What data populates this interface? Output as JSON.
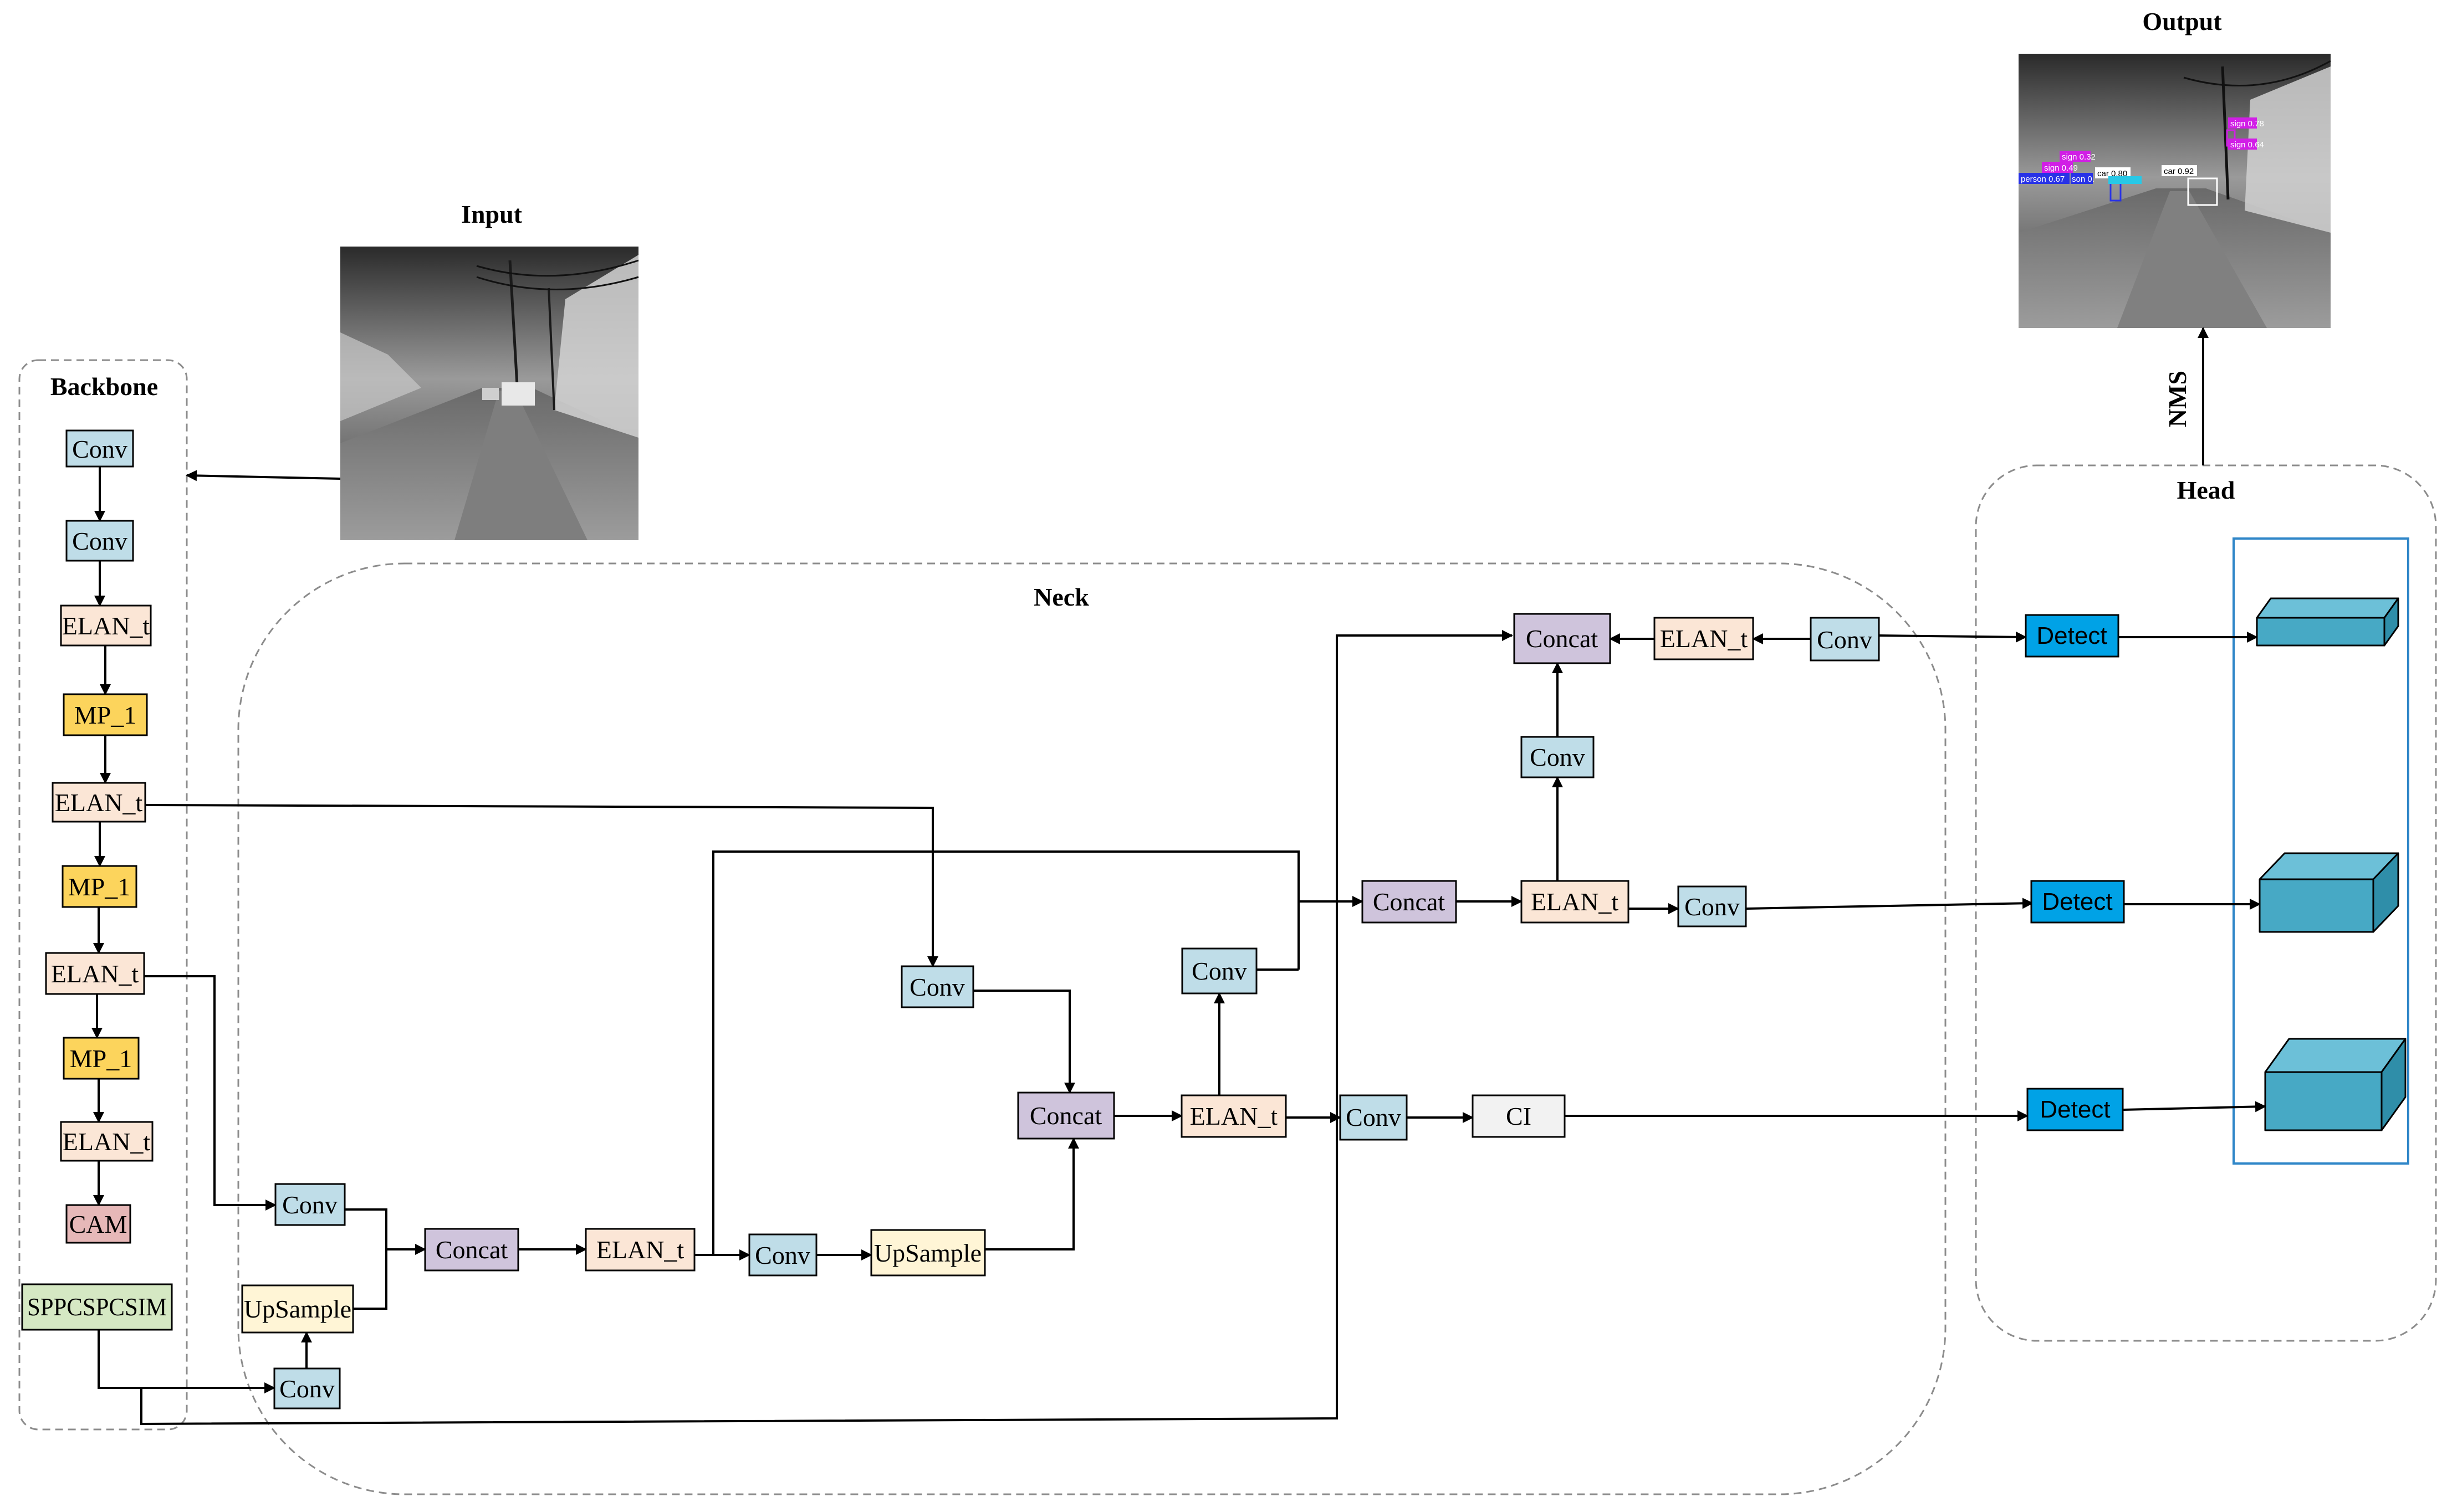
{
  "titles": {
    "input": "Input",
    "output": "Output",
    "backbone": "Backbone",
    "neck": "Neck",
    "head": "Head",
    "nms": "NMS"
  },
  "colors": {
    "conv": "#bfdde8",
    "elan": "#fbe6d6",
    "mp": "#fcd45c",
    "cam": "#e6b8b8",
    "spp": "#d5e8c3",
    "upsample": "#fff5d6",
    "concat": "#cfc4dc",
    "ci": "#f2f2f2",
    "detect": "#00a2e6",
    "cube": "#47a9c5"
  },
  "backbone": {
    "conv1": "Conv",
    "conv2": "Conv",
    "elan1": "ELAN_t",
    "mp1": "MP_1",
    "elan2": "ELAN_t",
    "mp2": "MP_1",
    "elan3": "ELAN_t",
    "mp3": "MP_1",
    "elan4": "ELAN_t",
    "cam": "CAM",
    "spp": "SPPCSPCSIM"
  },
  "neck": {
    "conv_a": "Conv",
    "upsample_a": "UpSample",
    "conv_b": "Conv",
    "concat_a": "Concat",
    "elan_a": "ELAN_t",
    "conv_c": "Conv",
    "upsample_b": "UpSample",
    "conv_d": "Conv",
    "concat_b": "Concat",
    "elan_b": "ELAN_t",
    "conv_e": "Conv",
    "conv_f": "Conv",
    "ci": "CI",
    "concat_c": "Concat",
    "elan_c": "ELAN_t",
    "conv_g": "Conv",
    "conv_h": "Conv",
    "concat_d": "Concat",
    "elan_d": "ELAN_t",
    "conv_i": "Conv"
  },
  "head": {
    "detect1": "Detect",
    "detect2": "Detect",
    "detect3": "Detect"
  },
  "detections": [
    {
      "label": "sign 0.78",
      "color": "#d11ee6"
    },
    {
      "label": "sign 0.64",
      "color": "#d11ee6"
    },
    {
      "label": "sign 0.32",
      "color": "#d11ee6"
    },
    {
      "label": "sign 0.49",
      "color": "#d11ee6"
    },
    {
      "label": "person 0.67",
      "color": "#2832e6"
    },
    {
      "label": "son 0.",
      "color": "#2832e6"
    },
    {
      "label": "car 0.80",
      "color": "#ffffff"
    },
    {
      "label": "car 0.92",
      "color": "#ffffff"
    },
    {
      "label": "",
      "color": "#28c8e6"
    }
  ]
}
